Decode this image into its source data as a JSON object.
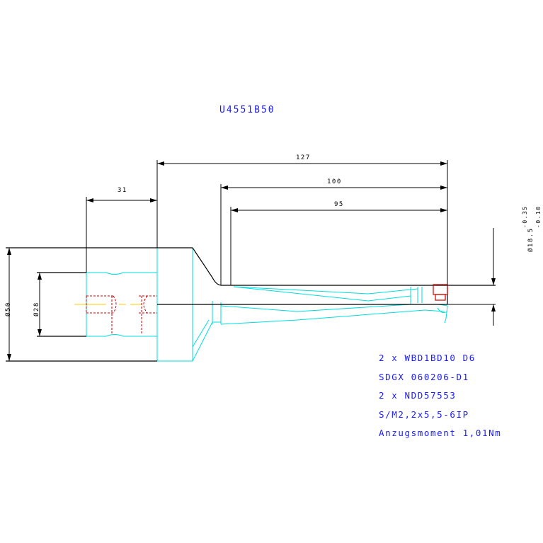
{
  "title": "U4551B50",
  "dimensions": {
    "overall_length": "127",
    "length_100": "100",
    "length_95": "95",
    "shank_length": "31",
    "diameter_50": "Ø50",
    "diameter_28": "Ø28",
    "bore_diameter": "Ø18.5",
    "tol_upper": "-0.35",
    "tol_lower": "-0.10"
  },
  "specs": [
    "2 x WBD1BD10 D6",
    "SDGX 060206-D1",
    "2 x NDD57553",
    "S/M2,2x5,5-6IP",
    "Anzugsmoment 1,01Nm"
  ],
  "colors": {
    "outline": "#000000",
    "body": "#00dddd",
    "insert": "#cc0000",
    "centerline": "#ffcc00",
    "text": "#1a1aff"
  }
}
